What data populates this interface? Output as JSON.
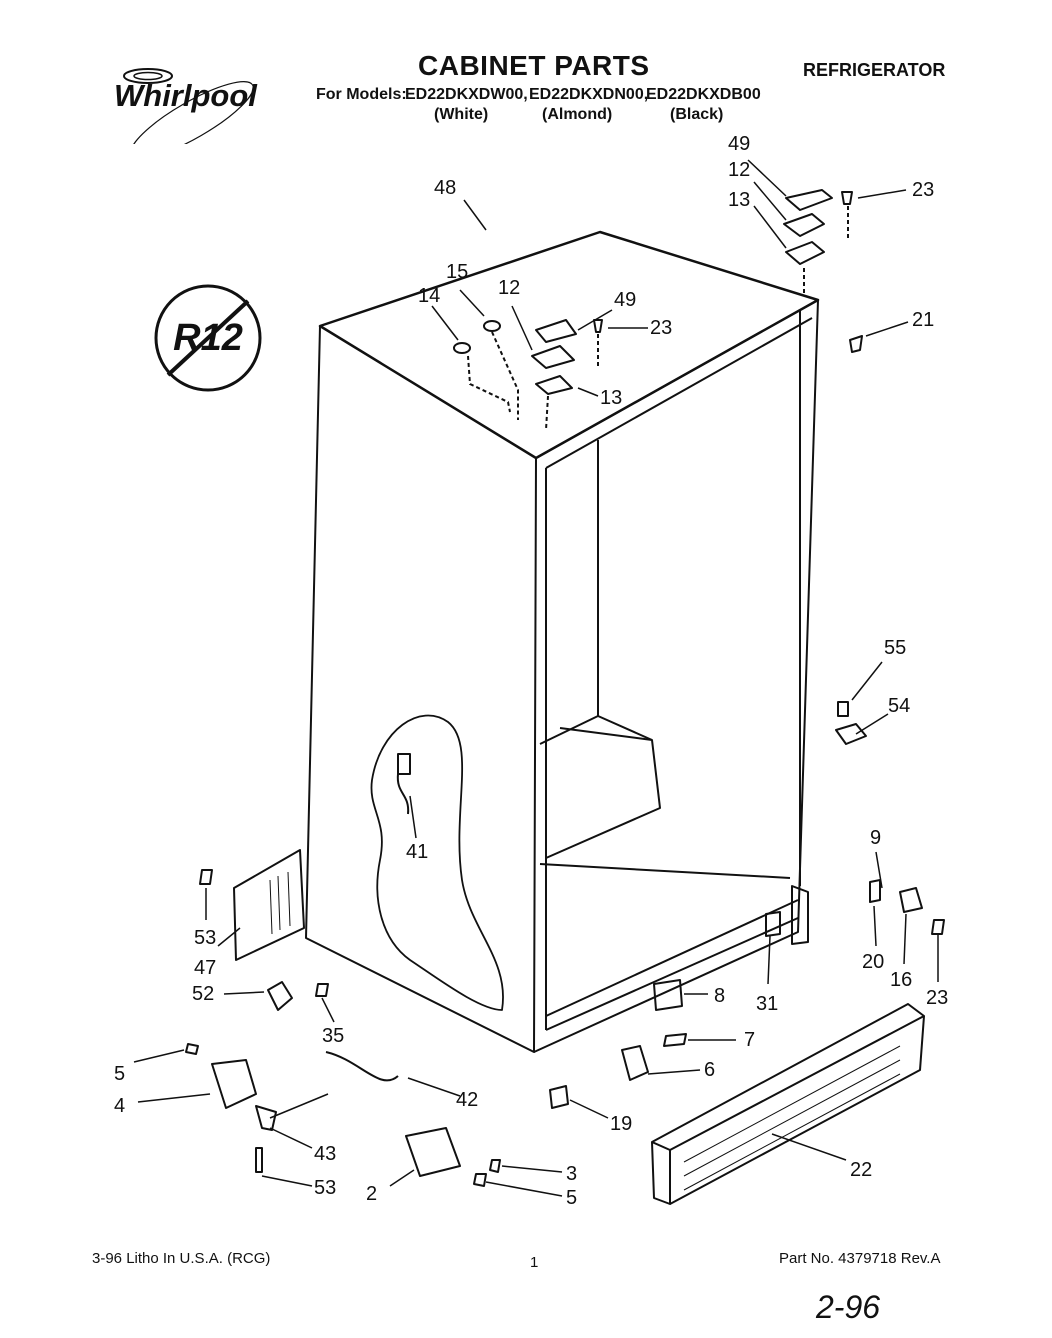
{
  "header": {
    "brand": "Whirlpool",
    "title": "CABINET PARTS",
    "category": "REFRIGERATOR",
    "models_label": "For Models:",
    "models": [
      {
        "number": "ED22DKXDW00,",
        "color": "(White)"
      },
      {
        "number": "ED22DKXDN00,",
        "color": "(Almond)"
      },
      {
        "number": "ED22DKXDB00",
        "color": "(Black)"
      }
    ]
  },
  "badge": {
    "text": "R12",
    "meaning": "no-R12-refrigerant"
  },
  "callouts": [
    "49",
    "12",
    "13",
    "23",
    "48",
    "15",
    "14",
    "12",
    "49",
    "23",
    "13",
    "21",
    "55",
    "54",
    "41",
    "9",
    "53",
    "47",
    "20",
    "16",
    "23",
    "52",
    "8",
    "31",
    "35",
    "7",
    "5",
    "6",
    "4",
    "42",
    "19",
    "43",
    "3",
    "53",
    "2",
    "5",
    "22"
  ],
  "footer": {
    "left": "3-96 Litho In U.S.A. (RCG)",
    "center": "1",
    "right": "Part No. 4379718 Rev.A",
    "handwritten": "2-96"
  }
}
